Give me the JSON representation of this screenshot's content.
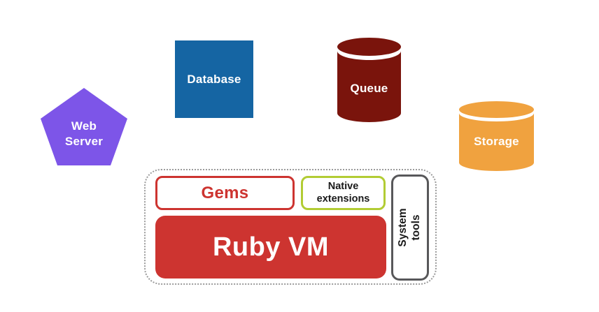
{
  "diagram": {
    "background": "#ffffff",
    "web_server": {
      "label": "Web Server",
      "shape": "pentagon",
      "fill": "#7D55E8",
      "text_color": "#ffffff"
    },
    "database": {
      "label": "Database",
      "shape": "rectangle",
      "fill": "#1565A3",
      "text_color": "#ffffff"
    },
    "queue": {
      "label": "Queue",
      "shape": "cylinder",
      "fill": "#7A140C",
      "text_color": "#ffffff"
    },
    "storage": {
      "label": "Storage",
      "shape": "cylinder",
      "fill": "#F0A23F",
      "text_color": "#ffffff"
    },
    "runtime_group": {
      "border_color": "#9b9b9b",
      "border_style": "dotted",
      "gems": {
        "label": "Gems",
        "fill": "#ffffff",
        "border_color": "#CD3430",
        "text_color": "#CD3430"
      },
      "native_extensions": {
        "label": "Native extensions",
        "fill": "#ffffff",
        "border_color": "#B2CC34",
        "text_color": "#1a1a1a"
      },
      "system_tools": {
        "label": "System tools",
        "fill": "#ffffff",
        "border_color": "#58585A",
        "text_color": "#1a1a1a",
        "orientation": "vertical"
      },
      "ruby_vm": {
        "label": "Ruby VM",
        "fill": "#CD3430",
        "text_color": "#ffffff"
      }
    }
  }
}
